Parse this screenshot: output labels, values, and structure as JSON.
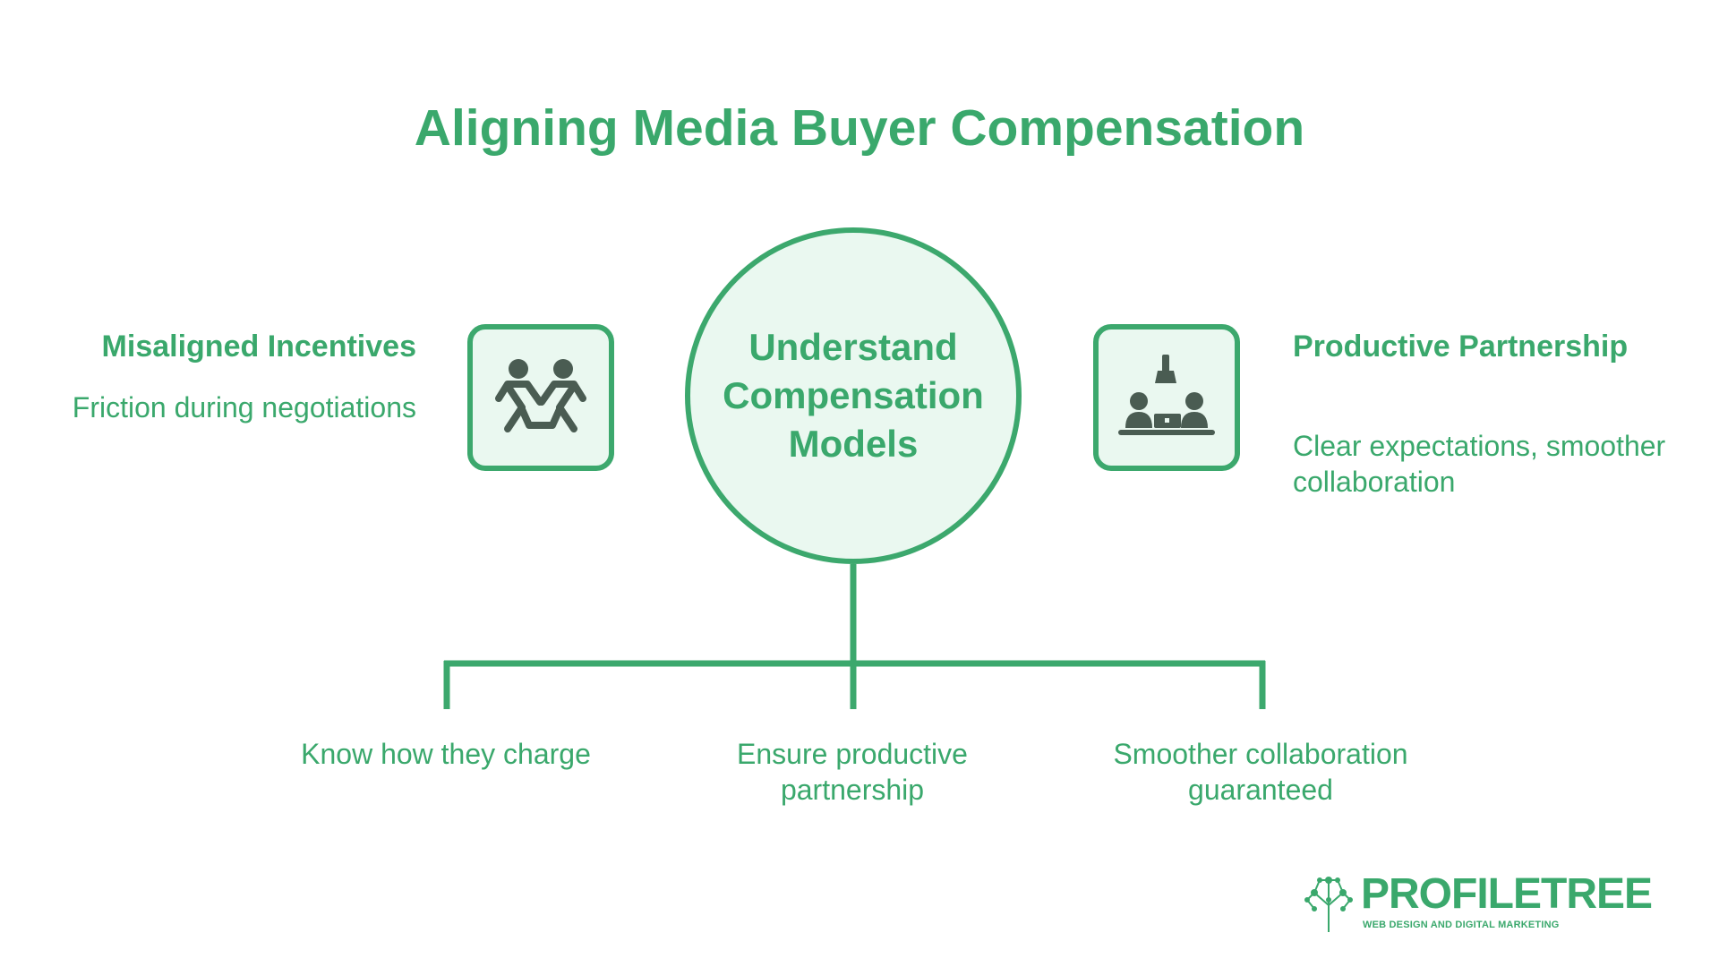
{
  "title": "Aligning Media Buyer Compensation",
  "center": {
    "label": "Understand Compensation Models"
  },
  "left": {
    "title": "Misaligned Incentives",
    "description": "Friction during negotiations",
    "icon": "people-tug-of-war-icon"
  },
  "right": {
    "title": "Productive Partnership",
    "description": "Clear expectations, smoother collaboration",
    "icon": "meeting-table-icon"
  },
  "branches": [
    {
      "label": "Know how they charge"
    },
    {
      "label": "Ensure productive partnership"
    },
    {
      "label": "Smoother collaboration guaranteed"
    }
  ],
  "logo": {
    "name": "PROFILETREE",
    "tagline": "WEB DESIGN AND DIGITAL MARKETING",
    "icon": "tree-network-icon"
  },
  "colors": {
    "accent": "#3aa86c",
    "fill": "#eaf8f0",
    "icon_dark": "#4a5c52",
    "background": "#ffffff"
  }
}
